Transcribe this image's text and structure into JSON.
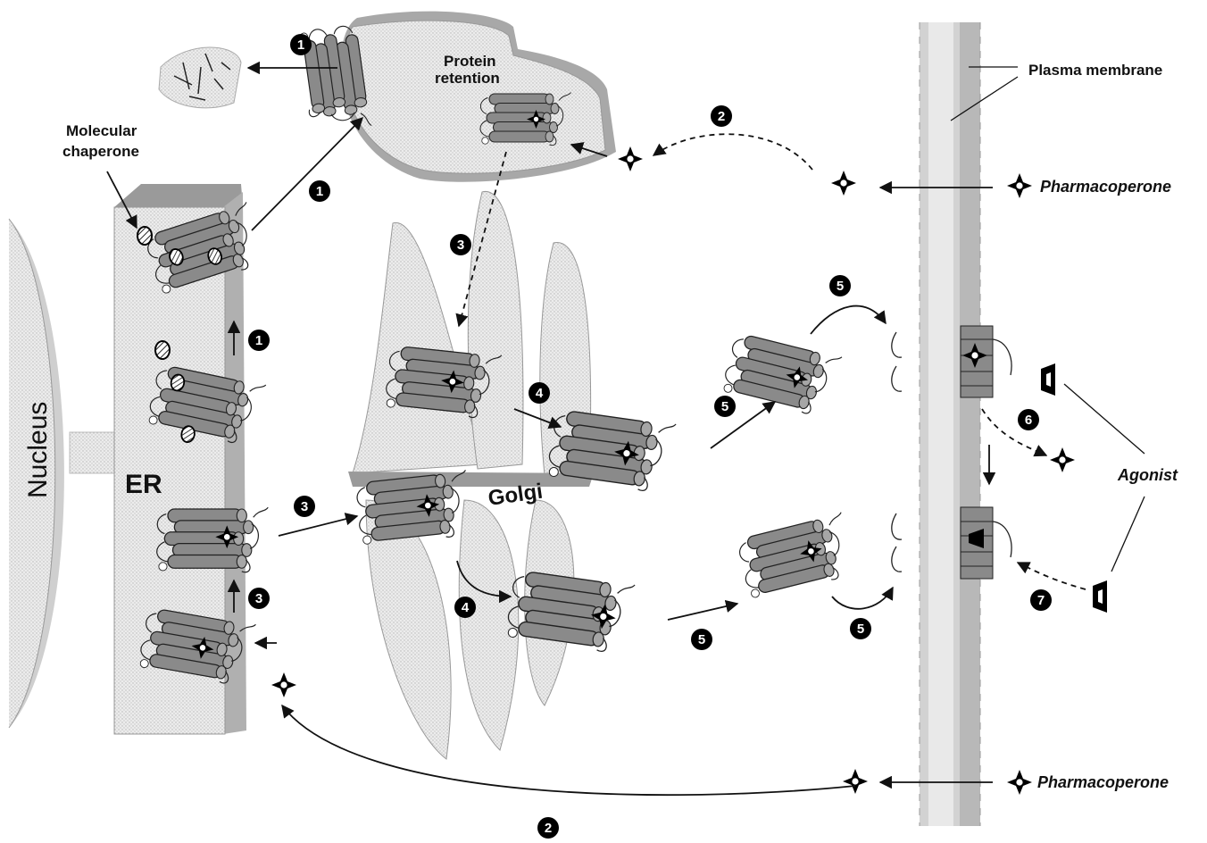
{
  "labels": {
    "nucleus": "Nucleus",
    "er": "ER",
    "golgi": "Golgi",
    "molecular_chaperone_line1": "Molecular",
    "molecular_chaperone_line2": "chaperone",
    "protein_retention_line1": "Protein",
    "protein_retention_line2": "retention",
    "plasma_membrane": "Plasma membrane",
    "pharmacoperone_top": "Pharmacoperone",
    "pharmacoperone_bottom": "Pharmacoperone",
    "agonist": "Agonist"
  },
  "step_badges": {
    "one": "1",
    "two": "2",
    "three": "3",
    "four": "4",
    "five": "5",
    "six": "6",
    "seven": "7"
  },
  "colors": {
    "membrane_gray": "#c8c8c8",
    "organelle_fill": "#e6e6e6",
    "helix_fill": "#8a8a8a",
    "badge_black": "#000000"
  },
  "icons": {
    "pharmacoperone": "four-point-star-icon",
    "agonist": "trapezoid-ligand-icon",
    "chaperone": "hatched-oval-icon"
  }
}
